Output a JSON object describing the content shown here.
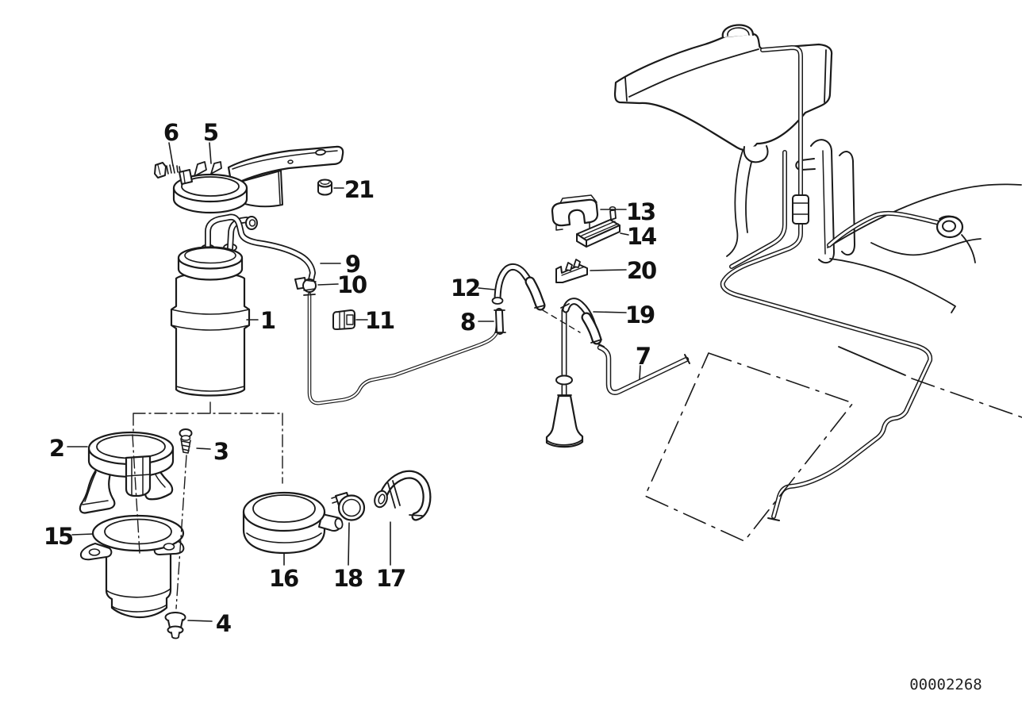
{
  "diagram": {
    "id_number": "00002268",
    "part_labels": {
      "l1": "1",
      "l2": "2",
      "l3": "3",
      "l4": "4",
      "l5": "5",
      "l6": "6",
      "l7": "7",
      "l8": "8",
      "l9": "9",
      "l10": "10",
      "l11": "11",
      "l12": "12",
      "l13": "13",
      "l14": "14",
      "l15": "15",
      "l16": "16",
      "l17": "17",
      "l18": "18",
      "l19": "19",
      "l20": "20",
      "l21": "21"
    }
  }
}
